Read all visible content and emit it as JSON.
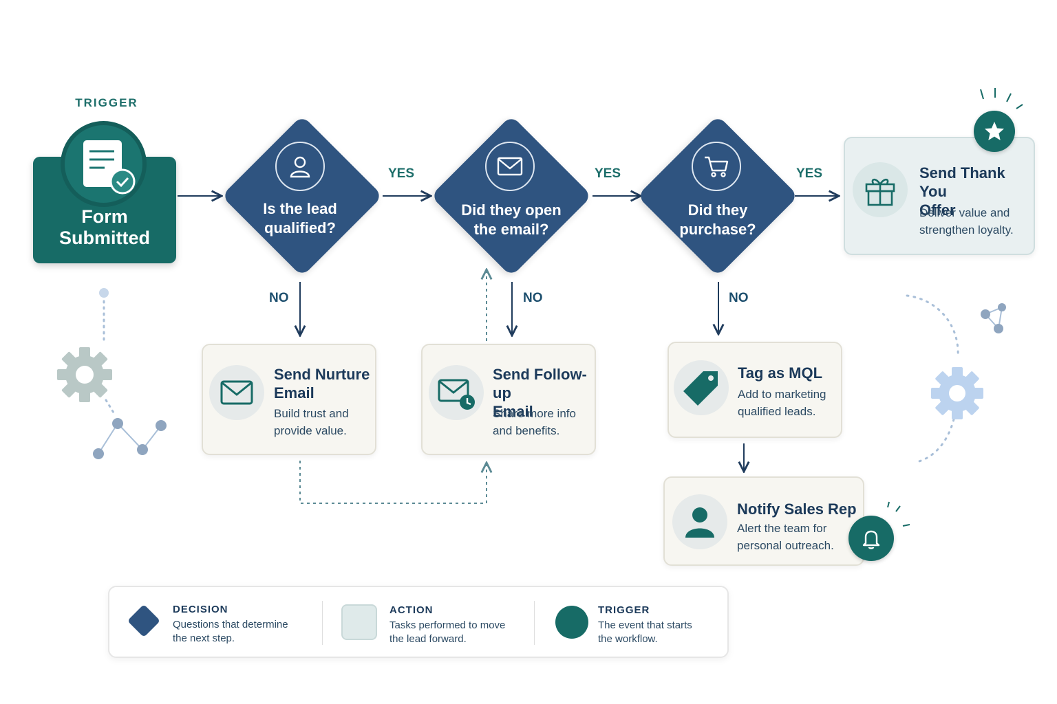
{
  "trigger": {
    "label": "TRIGGER",
    "title": "Form\nSubmitted",
    "icon": "form-check-icon"
  },
  "decisions": [
    {
      "id": "qualified",
      "question": "Is the lead\nqualified?",
      "icon": "user-icon",
      "yes_label": "YES",
      "no_label": "NO"
    },
    {
      "id": "opened",
      "question": "Did they open\nthe email?",
      "icon": "envelope-icon",
      "yes_label": "YES",
      "no_label": "NO"
    },
    {
      "id": "purchase",
      "question": "Did they\npurchase?",
      "icon": "cart-icon",
      "yes_label": "YES",
      "no_label": "NO"
    }
  ],
  "actions": [
    {
      "id": "nurture",
      "title": "Send Nurture\nEmail",
      "description": "Build trust and\nprovide value.",
      "icon": "envelope-icon"
    },
    {
      "id": "followup",
      "title": "Send Follow-up\nEmail",
      "description": "Share more info\nand benefits.",
      "icon": "envelope-clock-icon"
    },
    {
      "id": "tag",
      "title": "Tag as MQL",
      "description": "Add to marketing\nqualified leads.",
      "icon": "tag-icon"
    },
    {
      "id": "notify",
      "title": "Notify Sales Rep",
      "description": "Alert the team for\npersonal outreach.",
      "icon": "person-icon"
    }
  ],
  "offer": {
    "title": "Send Thank You\nOffer",
    "description": "Deliver value and\nstrengthen loyalty.",
    "icon": "gift-icon",
    "badge_icon": "star-icon"
  },
  "notify_badge_icon": "bell-icon",
  "legend": {
    "decision": {
      "title": "DECISION",
      "description": "Questions that determine\nthe next step."
    },
    "action": {
      "title": "ACTION",
      "description": "Tasks performed to move\nthe lead forward."
    },
    "trigger": {
      "title": "TRIGGER",
      "description": "The event that starts\nthe workflow."
    }
  },
  "colors": {
    "trigger_teal": "#176b66",
    "decision_navy": "#2f5480",
    "action_card": "#f7f6f1",
    "offer_card": "#e9f0f1",
    "connector": "#1f3b5c"
  }
}
